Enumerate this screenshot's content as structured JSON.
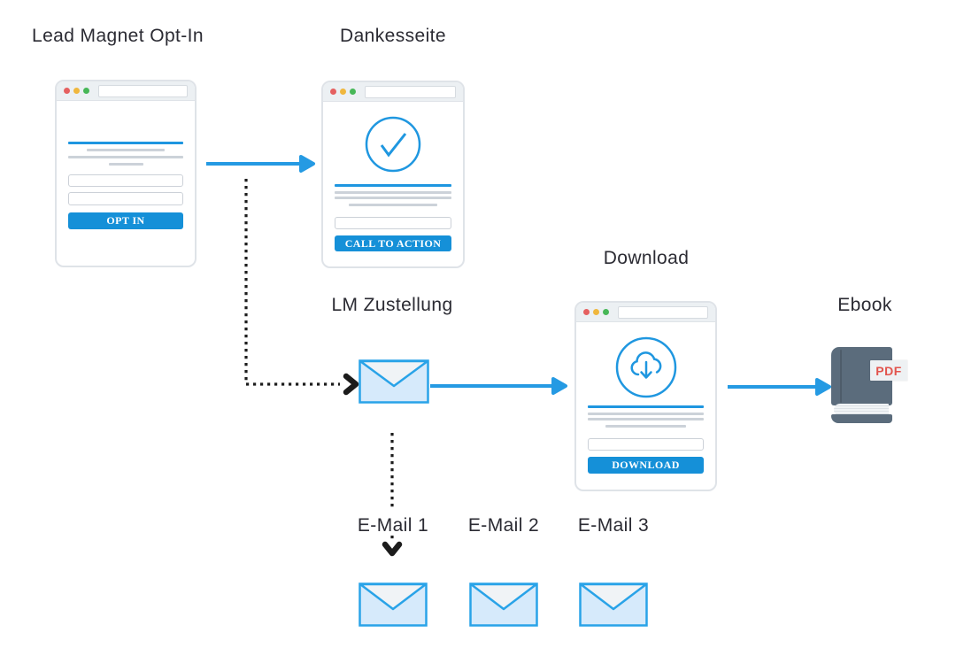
{
  "diagram_type": "lead-magnet-email-funnel-flow",
  "colors": {
    "accent_blue": "#259ae3",
    "button_blue": "#1590d8",
    "envelope_fill": "#d6eafb",
    "envelope_flap": "#f0f3f6",
    "envelope_stroke": "#29a3e8",
    "dotted_black": "#1c1c1c",
    "label_text": "#2b2b33",
    "book_cover": "#5b6c7c",
    "pdf_red": "#e2544d",
    "window_dot_red": "#e56060",
    "window_dot_yellow": "#f0b73d",
    "window_dot_green": "#47b757"
  },
  "nodes": {
    "optin": {
      "label": "Lead Magnet Opt-In",
      "button": "OPT IN"
    },
    "thankyou": {
      "label": "Dankesseite",
      "button": "CALL TO ACTION"
    },
    "delivery": {
      "label": "LM Zustellung"
    },
    "download": {
      "label": "Download",
      "button": "DOWNLOAD"
    },
    "ebook": {
      "label": "Ebook",
      "badge": "PDF"
    },
    "emails": [
      {
        "label": "E-Mail 1"
      },
      {
        "label": "E-Mail 2"
      },
      {
        "label": "E-Mail 3"
      }
    ]
  },
  "icons": {
    "thankyou": "check-circle-icon",
    "delivery": "envelope-icon",
    "download": "cloud-download-icon",
    "ebook": "book-pdf-icon",
    "emails": "envelope-icon"
  },
  "connectors": [
    {
      "from": "optin",
      "to": "thankyou",
      "style": "solid-blue-arrow"
    },
    {
      "from": "optin",
      "to": "delivery",
      "style": "dotted-black-arrow"
    },
    {
      "from": "delivery",
      "to": "download",
      "style": "solid-blue-arrow"
    },
    {
      "from": "download",
      "to": "ebook",
      "style": "solid-blue-arrow"
    },
    {
      "from": "delivery",
      "to": "email-sequence",
      "style": "dotted-black-arrow"
    }
  ]
}
